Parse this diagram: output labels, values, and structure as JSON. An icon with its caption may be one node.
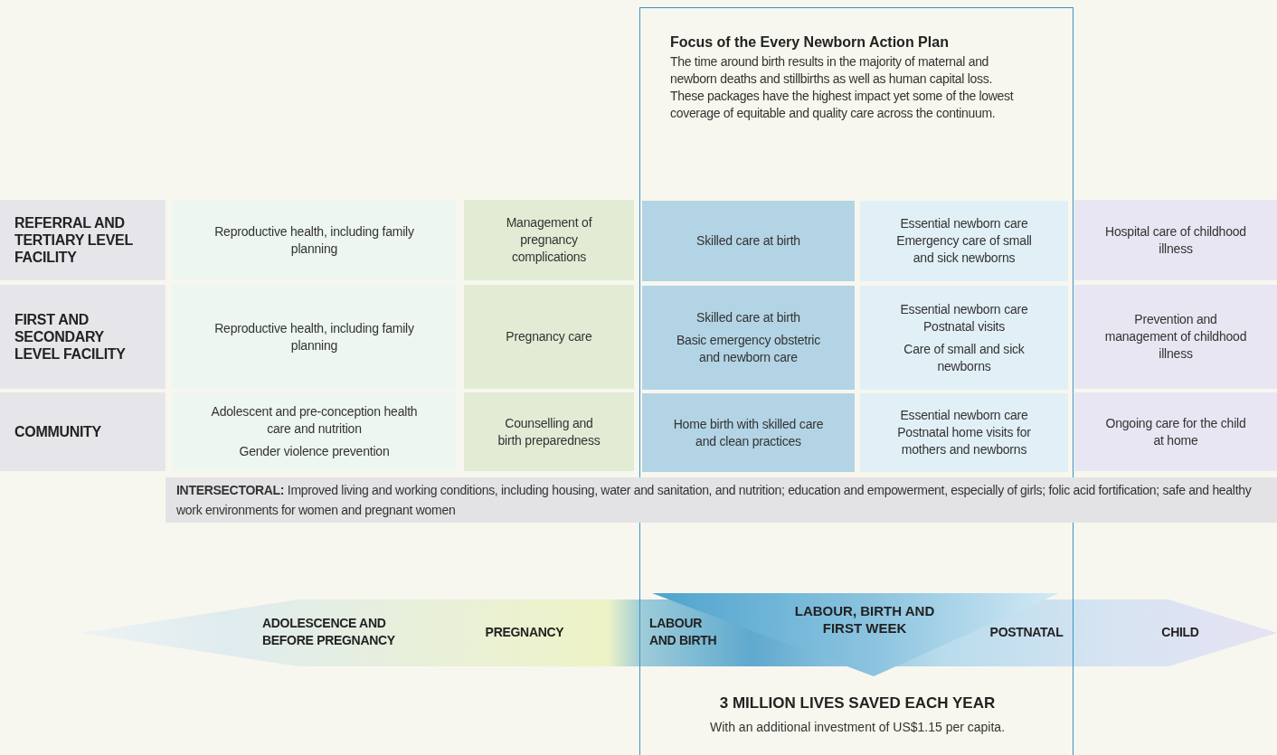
{
  "diagram": {
    "nodes": [
      {
        "text": [
          "Focus of the Every Newborn Action Plan",
          "The time around birth results in the majority of maternal and newborn deaths and stillbirths as well as human capital loss. These packages have the highest impact yet some of the lowest coverage of equitable and quality care across the continuum.",
          "3 MILLION LIVES SAVED EACH YEAR",
          "With an additional investment of US$1.15 per capita."
        ]
      },
      {
        "text": [
          "REFERRAL AND TERTIARY LEVEL FACILITY"
        ]
      },
      {
        "text": [
          "Reproductive health, including family planning"
        ]
      },
      {
        "text": [
          "Management of pregnancy complications"
        ]
      },
      {
        "text": [
          "Skilled care at birth"
        ],
        "in": 0
      },
      {
        "text": [
          "Essential newborn care",
          "Emergency care of small and sick newborns"
        ],
        "in": 0
      },
      {
        "text": [
          "Hospital care of childhood illness"
        ]
      },
      {
        "text": [
          "FIRST AND SECONDARY LEVEL FACILITY"
        ]
      },
      {
        "text": [
          "Reproductive health, including family planning"
        ]
      },
      {
        "text": [
          "Pregnancy care"
        ]
      },
      {
        "text": [
          "Skilled care at birth",
          "Basic emergency obstetric and newborn care"
        ],
        "in": 0
      },
      {
        "text": [
          "Essential newborn care",
          "Postnatal visits",
          "Care of small and sick newborns"
        ],
        "in": 0
      },
      {
        "text": [
          "Prevention and management of childhood illness"
        ]
      },
      {
        "text": [
          "COMMUNITY"
        ]
      },
      {
        "text": [
          "Adolescent and pre-conception health care and nutrition",
          "Gender violence prevention"
        ]
      },
      {
        "text": [
          "Counselling and birth preparedness"
        ]
      },
      {
        "text": [
          "Home birth with skilled care and clean practices"
        ],
        "in": 0
      },
      {
        "text": [
          "Essential newborn care",
          "Postnatal home visits for mothers and newborns"
        ],
        "in": 0
      },
      {
        "text": [
          "Ongoing care for the child at home"
        ]
      },
      {
        "text": [
          "**INTERSECTORAL:** Improved living and working conditions, including housing, water and sanitation, and nutrition; education and empowerment, especially of girls; folic acid fortification; safe and healthy work environments for women and pregnant women"
        ]
      },
      {
        "text": [
          "ADOLESCENCE AND BEFORE PREGNANCY",
          "PREGNANCY",
          "LABOUR AND BIRTH",
          "POSTNATAL",
          "CHILD"
        ]
      },
      {
        "text": [
          "LABOUR, BIRTH AND FIRST WEEK"
        ],
        "in": 0
      }
    ],
    "edges": []
  }
}
